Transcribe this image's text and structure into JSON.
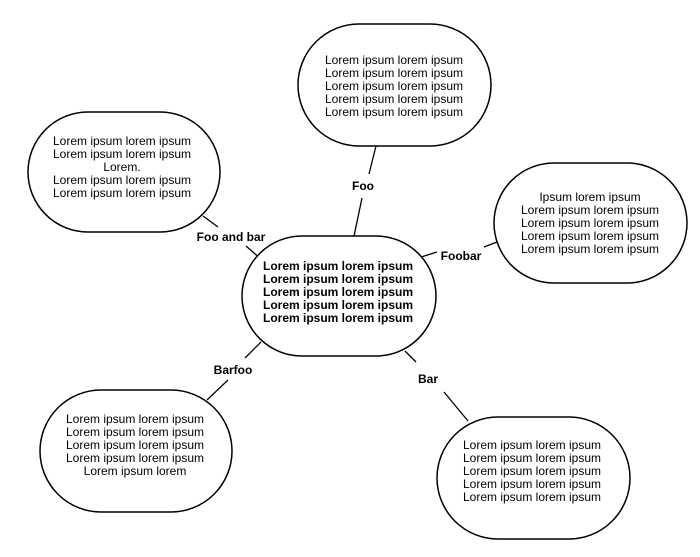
{
  "diagram": {
    "center": {
      "lines": [
        "Lorem ipsum lorem ipsum",
        "Lorem ipsum lorem ipsum",
        "Lorem ipsum lorem ipsum",
        "Lorem ipsum lorem ipsum",
        "Lorem ipsum lorem ipsum"
      ]
    },
    "nodes": [
      {
        "id": "top",
        "lines": [
          "Lorem ipsum lorem ipsum",
          "Lorem ipsum lorem ipsum",
          "Lorem ipsum lorem ipsum",
          "Lorem ipsum lorem ipsum",
          "Lorem ipsum lorem ipsum"
        ]
      },
      {
        "id": "top-left",
        "lines": [
          "Lorem ipsum lorem ipsum",
          "Lorem ipsum lorem ipsum",
          "Lorem.",
          "Lorem ipsum lorem ipsum",
          "Lorem ipsum lorem ipsum"
        ]
      },
      {
        "id": "right",
        "lines": [
          "Ipsum lorem ipsum",
          "Lorem ipsum lorem ipsum",
          "Lorem ipsum lorem ipsum",
          "Lorem ipsum lorem ipsum",
          "Lorem ipsum lorem ipsum"
        ]
      },
      {
        "id": "bottom-left",
        "lines": [
          "Lorem ipsum lorem ipsum",
          "Lorem ipsum lorem ipsum",
          "Lorem ipsum lorem ipsum",
          "Lorem ipsum lorem ipsum",
          "Lorem ipsum lorem"
        ]
      },
      {
        "id": "bottom-right",
        "lines": [
          "Lorem ipsum lorem ipsum",
          "Lorem ipsum lorem ipsum",
          "Lorem ipsum lorem ipsum",
          "Lorem ipsum lorem ipsum",
          "Lorem ipsum lorem ipsum"
        ]
      }
    ],
    "edges": [
      {
        "to": "top",
        "label": "Foo"
      },
      {
        "to": "top-left",
        "label": "Foo and bar"
      },
      {
        "to": "right",
        "label": "Foobar"
      },
      {
        "to": "bottom-left",
        "label": "Barfoo"
      },
      {
        "to": "bottom-right",
        "label": "Bar"
      }
    ]
  }
}
